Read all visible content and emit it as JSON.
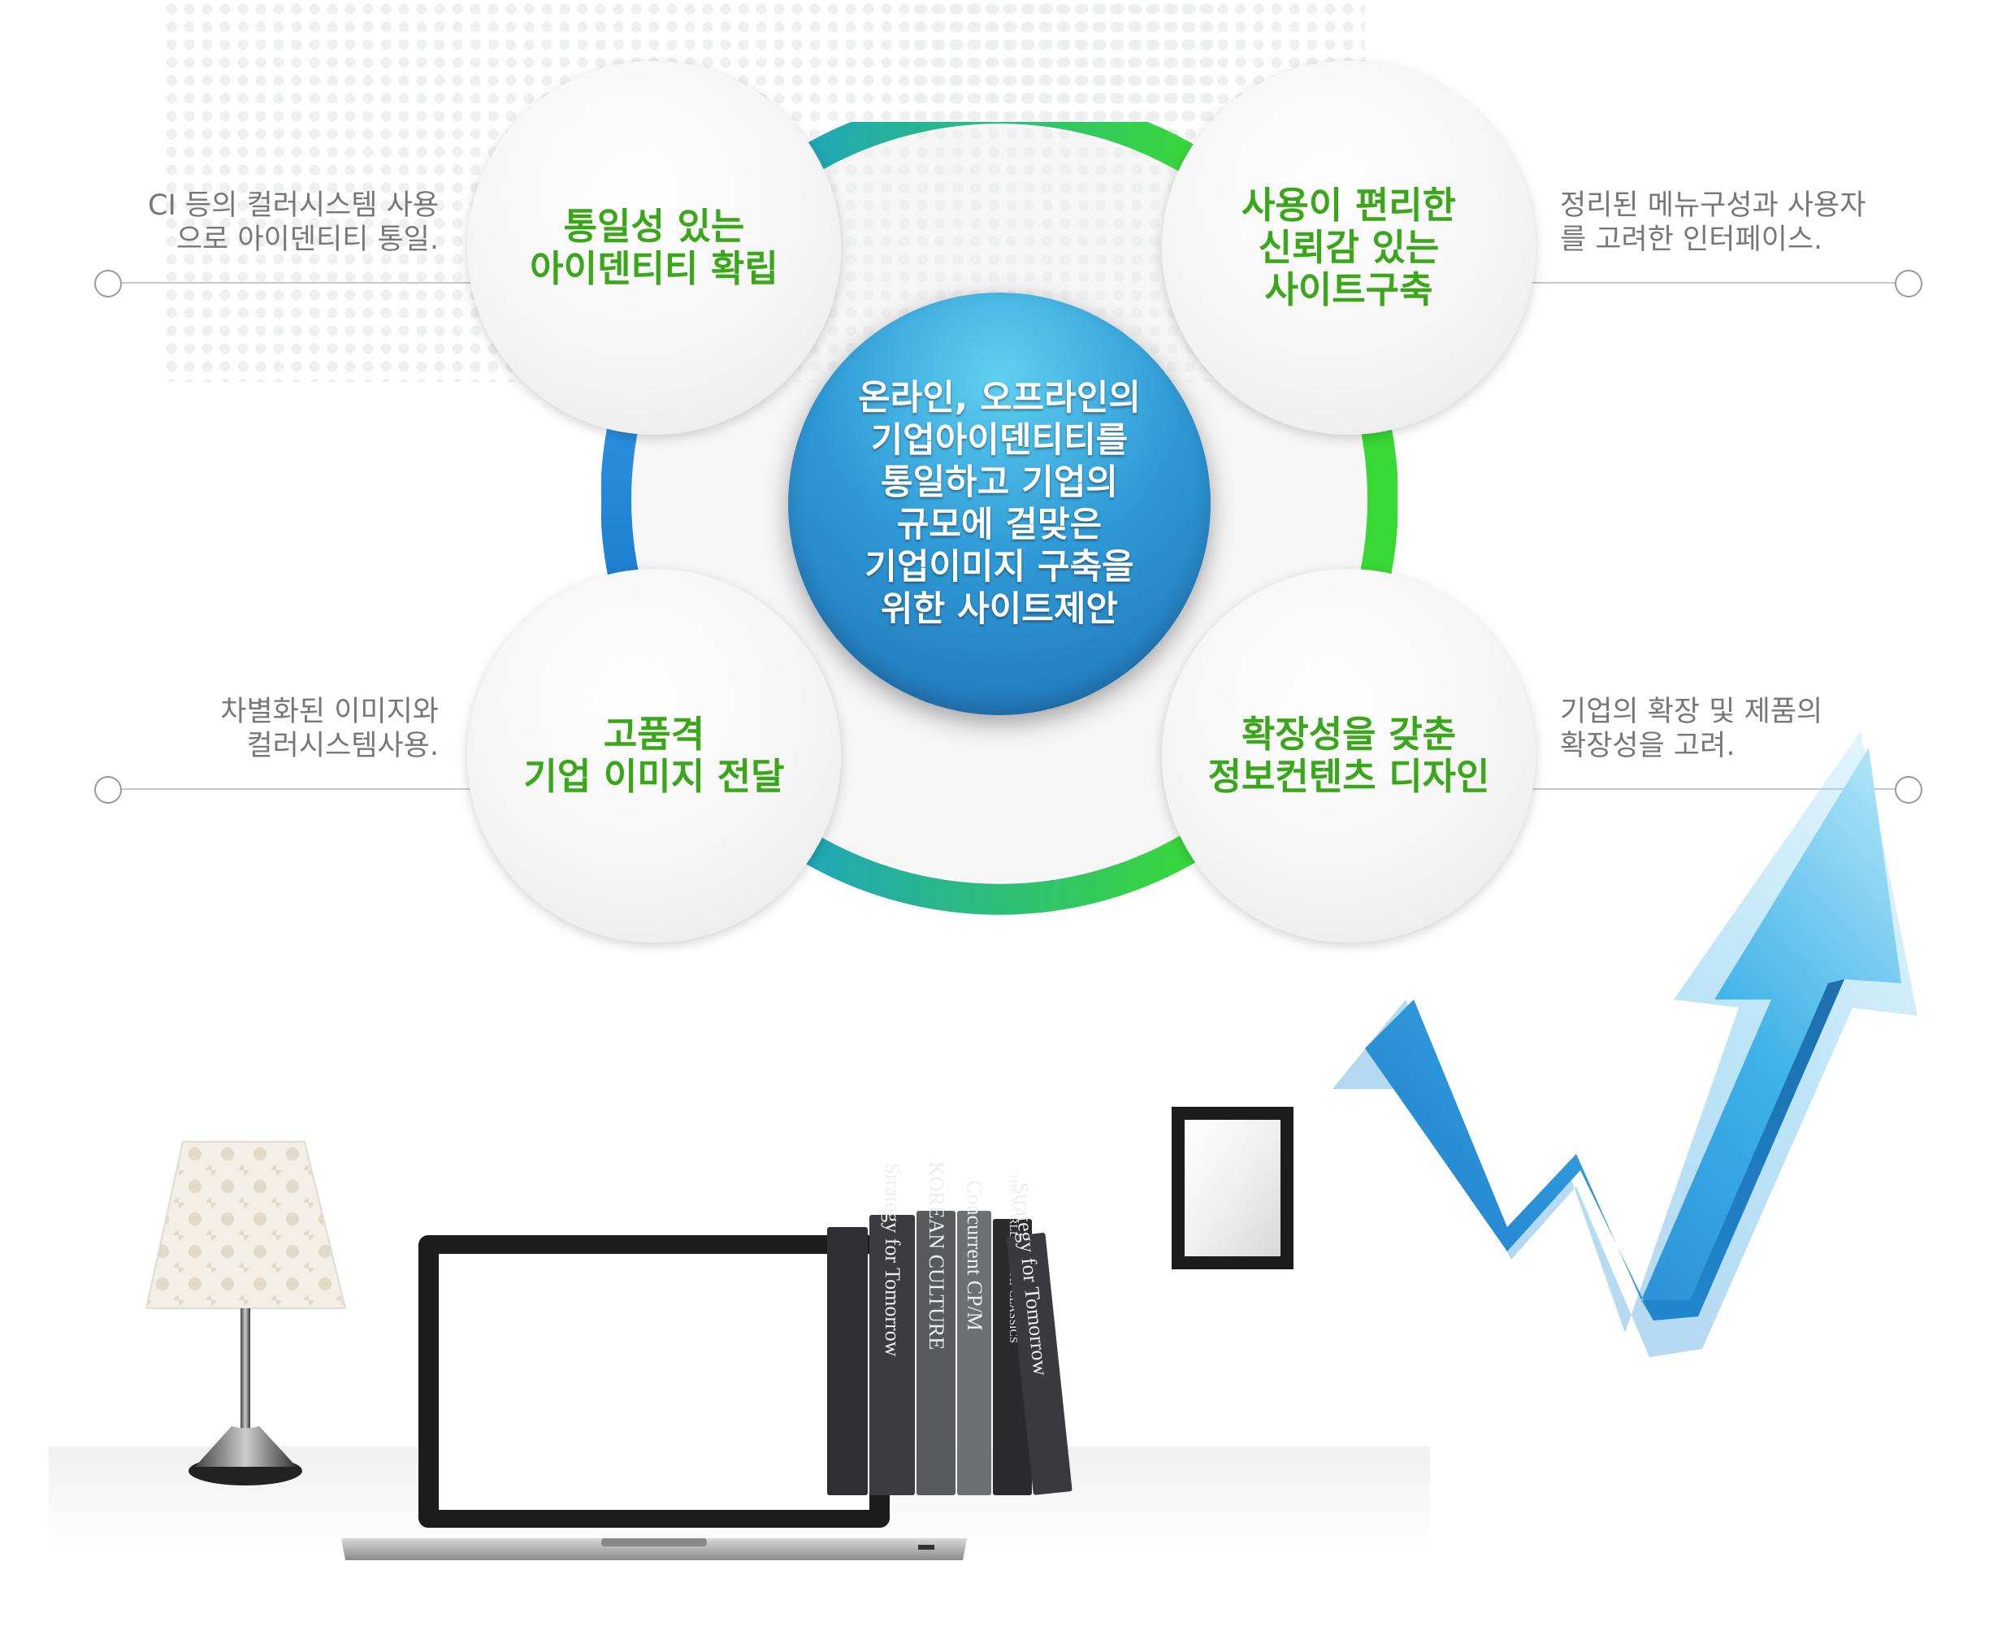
{
  "diagram": {
    "center": "온라인, 오프라인의\n기업아이덴티티를\n통일하고 기업의\n규모에 걸맞은\n기업이미지 구축을\n위한 사이트제안",
    "top_left": {
      "title": "통일성 있는\n아이덴티티 확립",
      "desc": "CI 등의 컬러시스템 사용\n으로 아이덴티티 통일."
    },
    "top_right": {
      "title": "사용이 편리한\n신뢰감 있는\n사이트구축",
      "desc": "정리된 메뉴구성과 사용자\n를 고려한 인터페이스."
    },
    "bottom_left": {
      "title": "고품격\n기업 이미지 전달",
      "desc": "차별화된 이미지와\n컬러시스템사용."
    },
    "bottom_right": {
      "title": "확장성을  갖춘\n정보컨텐츠 디자인",
      "desc": "기업의 확장 및 제품의\n확장성을 고려."
    },
    "colors": {
      "title_green": "#3aa619",
      "center_blue": "#2f9ad6",
      "ring_teal": "#1fb0a0",
      "ring_green": "#3ad73a"
    }
  },
  "books": [
    {
      "spine": "Strategy for Tomorrow"
    },
    {
      "spine": "KOREAN CULTURE"
    },
    {
      "spine": "Concurrent CP/M"
    },
    {
      "spine": "THE WORLD'S GREAT CLASSICS"
    },
    {
      "spine": "Strategy for Tomorrow"
    }
  ],
  "icons": [
    "table-lamp-icon",
    "laptop-icon",
    "picture-frame-icon",
    "growth-arrow-icon"
  ]
}
